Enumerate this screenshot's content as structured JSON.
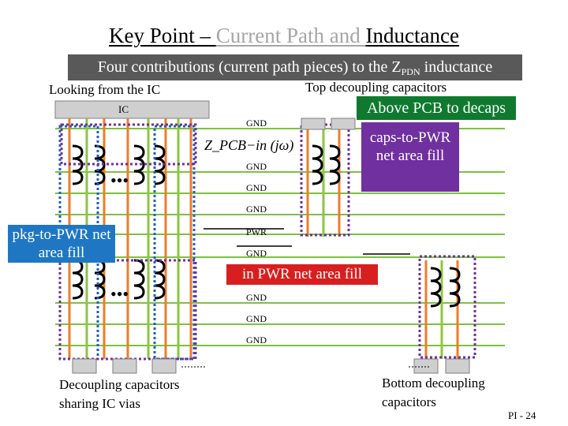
{
  "title": {
    "part1": "Key Point – ",
    "part2": "Current Path and ",
    "part3": "Inductance"
  },
  "banner": {
    "text": "Four contributions (current path pieces) to the Z",
    "sub": "PDN",
    "text_end": " inductance"
  },
  "labels": {
    "looking": "Looking from the IC",
    "top_decap": "Top decoupling capacitors",
    "ic": "IC",
    "above_pcb": "Above PCB to decaps",
    "caps_to_pwr": "caps-to-PWR net area fill",
    "pkg_to_pwr": "pkg-to-PWR net area fill",
    "in_pwr": "in PWR net area fill",
    "decap_sharing": "Decoupling capacitors sharing IC vias",
    "bottom_decap": "Bottom decoupling capacitors",
    "page": "PI - 24",
    "formula": "Z_PCB−in (jω)"
  },
  "layers": [
    "GND",
    "GND",
    "GND",
    "GND",
    "PWR",
    "GND",
    "GND",
    "GND",
    "GND"
  ],
  "colors": {
    "banner": "#595959",
    "green_box": "#0f7a2f",
    "purple_box": "#7030a0",
    "blue_box": "#1f77c4",
    "red_box": "#d81f1f",
    "plane_line": "#7cc242",
    "via": "#f07c28",
    "current_arrow": "#8cc63f"
  }
}
